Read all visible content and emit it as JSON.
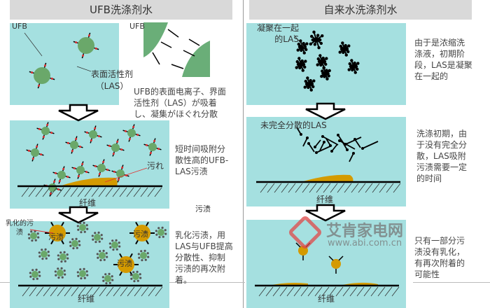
{
  "left": {
    "title": "UFB洗涤剂水",
    "p1_ufb_label": "UFB",
    "p1_ufb_label2": "UFB",
    "p1_surfactant_label": "表面活性剂\n（LAS）",
    "p1_desc": "UFB的表面电离子、界面\n活性剂（LAS）が吸着\nし、凝集がほぐれ分散",
    "p2_dirt_label": "污れ",
    "p2_fiber": "纤维",
    "p2_desc": "短时间吸附分\n散性高的UFB-\nLAS污渍",
    "stray_label": "污渍",
    "p3_emulsified_label": "乳化的污\n渍",
    "p3_stain": "污渍",
    "p3_fiber": "纤维",
    "p3_desc": "乳化污渍，用\nLAS与UFB提高\n分散性、抑制\n污渍的再次附\n着。"
  },
  "right": {
    "title": "自来水洗涤剂水",
    "p1_label": "凝聚在一起\n的LAS",
    "p1_desc": "由于是浓缩洗\n涤液，初期阶\n段，LAS是凝聚\n在一起的",
    "p2_label": "未完全分散的LAS",
    "p2_fiber": "纤维",
    "p2_desc": "洗涤初期，由\n于没有完全分\n散，LAS吸附\n污渍需要一定\n的时间",
    "p3_fiber": "纤维",
    "p3_desc": "只有一部分污\n渍没有乳化，\n有再次附着的\n可能性"
  },
  "watermark": {
    "name": "艾肯家电网",
    "url": "www.abi.com.cn"
  },
  "colors": {
    "panel": "#a5e0e0",
    "header": "#d9d9d9",
    "stain": "#d49a00",
    "ufb": "#6aa86a",
    "accent": "#e03030"
  }
}
